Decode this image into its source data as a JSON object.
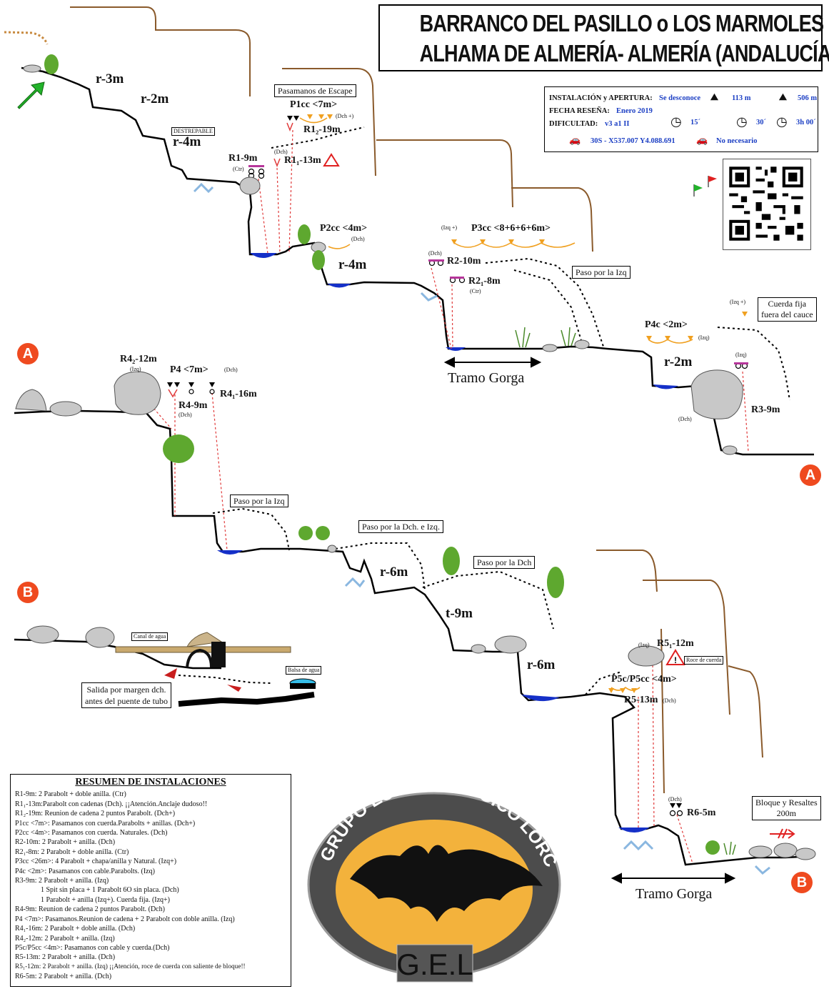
{
  "title": {
    "line1": "BARRANCO DEL PASILLO o LOS MARMOLES",
    "line2": "ALHAMA DE ALMERÍA- ALMERÍA (ANDALUCÍA)"
  },
  "info": {
    "instalacion_label": "INSTALACIÓN y APERTURA:",
    "instalacion_value": "Se desconoce",
    "desnivel": "113 m",
    "recorrido": "506 m",
    "fecha_label": "FECHA RESEÑA:",
    "fecha_value": "Enero 2019",
    "dificultad_label": "DIFICULTAD:",
    "dificultad_value": "v3 a1 II",
    "t_approach": "15´",
    "t_descent": "30´",
    "t_return": "3h 00´",
    "coords": "30S - X537.007 Y4.088.691",
    "shuttle": "No necesario"
  },
  "labels": {
    "r3m": "r-3m",
    "r2m_a": "r-2m",
    "destrepable": "DESTREPABLE",
    "r4m_a": "r-4m",
    "pasamanos_escape": "Pasamanos de Escape",
    "p1cc": "P1cc <7m>",
    "p1cc_side": "(Dch +)",
    "r12": "R1₂-19m",
    "r11": "R1₁-13m",
    "r1": "R1-9m",
    "ctr1": "(Ctr)",
    "dch1": "(Dch)",
    "p2cc": "P2cc <4m>",
    "p2_side": "(Dch)",
    "r4m_b": "r-4m",
    "p3cc": "P3cc <8+6+6+6m>",
    "izq_plus1": "(Izq +)",
    "r2": "R2-10m",
    "dch2": "(Dch)",
    "r21": "R2₁-8m",
    "ctr2": "(Ctr)",
    "paso_izq1": "Paso por la Izq",
    "tramo_gorga1": "Tramo Gorga",
    "cuerda_fija_1": "Cuerda fija",
    "cuerda_fija_2": "fuera del cauce",
    "izq_plus2": "(Izq +)",
    "p4c": "P4c <2m>",
    "izq_p4c": "(Izq)",
    "r2m_b": "r-2m",
    "izq_r3": "(Izq)",
    "r3": "R3-9m",
    "dch_r3": "(Dch)",
    "r42": "R4₂-12m",
    "izq_r42": "(Izq)",
    "p4": "P4 <7m>",
    "dch_p4": "(Dch)",
    "r41": "R4₁-16m",
    "r4": "R4-9m",
    "dch_r4": "(Dch)",
    "paso_izq2": "Paso por la Izq",
    "paso_dch_izq": "Paso por la Dch. e Izq.",
    "paso_dch": "Paso por la Dch",
    "r6m_a": "r-6m",
    "t9m": "t-9m",
    "r6m_b": "r-6m",
    "r51": "R5₁-12m",
    "izq_r51": "(Izq)",
    "roce": "Roce de cuerda",
    "p5": "P5c/P5cc <4m>",
    "r5": "R5-13m",
    "dch_r5": "(Dch)",
    "r6": "R6-5m",
    "dch_r6": "(Dch)",
    "bloque1": "Bloque y Resaltes",
    "bloque2": "200m",
    "tramo_gorga2": "Tramo Gorga",
    "canal": "Canal de agua",
    "balsa": "Balsa de agua",
    "salida1": "Salida por margen dch.",
    "salida2": "antes del puente de tubo",
    "badge_a": "A",
    "badge_b": "B"
  },
  "summary": {
    "title": "RESUMEN DE INSTALACIONES",
    "lines": [
      "R1-9m: 2 Parabolt + doble anilla. (Ctr)",
      "R1₁-13m:Parabolt con cadenas (Dch). ¡¡Atención.Anclaje dudoso!!",
      "R1₂-19m: Reunion de cadena 2 puntos Parabolt. (Dch+)",
      "P1cc <7m>: Pasamanos con cuerda.Parabolts + anillas. (Dch+)",
      "P2cc <4m>: Pasamanos con cuerda. Naturales. (Dch)",
      "R2-10m: 2 Parabolt + anilla. (Dch)",
      "R2₁-8m: 2 Parabolt + doble anilla. (Ctr)",
      "P3cc <26m>: 4 Parabolt + chapa/anilla y Natural. (Izq+)",
      "P4c <2m>: Pasamanos con cable.Parabolts. (Izq)",
      "R3-9m: 2 Parabolt + anilla. (Izq)",
      "1 Spit sin placa + 1 Parabolt 6O sin placa. (Dch)",
      "1 Parabolt + anilla (Izq+). Cuerda fija. (Izq+)",
      "R4-9m: Reunion de cadena 2 puntos Parabolt. (Dch)",
      "P4 <7m>: Pasamanos.Reunion de cadena + 2 Parabolt con doble anilla. (Izq)",
      "R4₁-16m: 2 Parabolt + doble anilla. (Dch)",
      "R4₂-12m: 2 Parabolt + anilla. (Izq)",
      "P5c/P5cc <4m>: Pasamanos con cable y cuerda.(Dch)",
      "R5-13m: 2 Parabolt + anilla. (Dch)",
      "R5₁-12m: 2 Parabolt + anilla. (Izq) ¡¡Atención, roce de cuerda con saliente de bloque!!",
      "R6-5m: 2 Parabolt + anilla. (Dch)"
    ]
  },
  "logo": {
    "ring_text": "GRUPO ESPELEOLÓGICO LORCA",
    "acronym": "G.E.L"
  },
  "colors": {
    "water": "#1530c8",
    "rappel_line": "#e03a3a",
    "handline": "#f0a020",
    "approach_path": "#8a5a2b",
    "arrow_green": "#22b32a",
    "badge": "#ef4a1f",
    "info_value": "#1c3fc4",
    "logo_gold": "#f3b23c"
  }
}
